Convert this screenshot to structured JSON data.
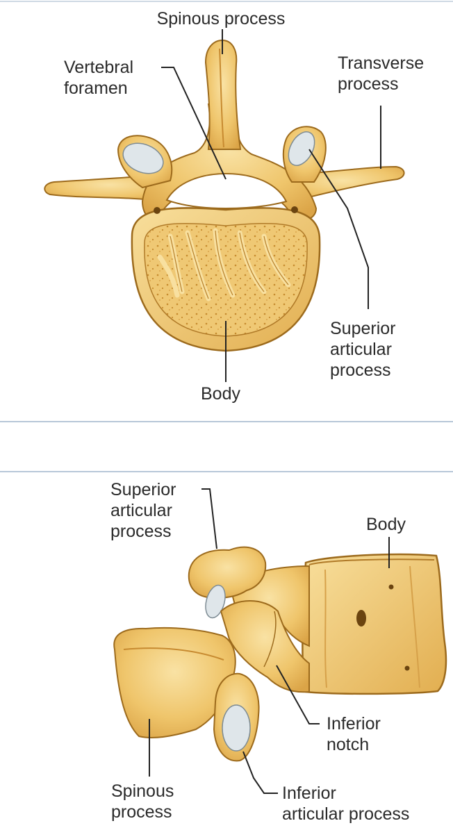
{
  "top_view": {
    "labels": {
      "spinous_process": "Spinous process",
      "vertebral_foramen": "Vertebral\nforamen",
      "transverse_process": "Transverse\nprocess",
      "superior_articular_process": "Superior\narticular\nprocess",
      "body": "Body"
    }
  },
  "side_view": {
    "labels": {
      "superior_articular_process": "Superior\narticular\nprocess",
      "body": "Body",
      "inferior_notch": "Inferior\nnotch",
      "spinous_process": "Spinous\nprocess",
      "inferior_articular_process": "Inferior\narticular process"
    }
  },
  "colors": {
    "bone": "#eec46a",
    "bone_light": "#f6dc96",
    "bone_outline": "#9c6a1c",
    "bone_shadow": "#d59d3a",
    "cartilage": "#dfe6ea",
    "divider": "#b7c7d8",
    "leader": "#222222"
  }
}
